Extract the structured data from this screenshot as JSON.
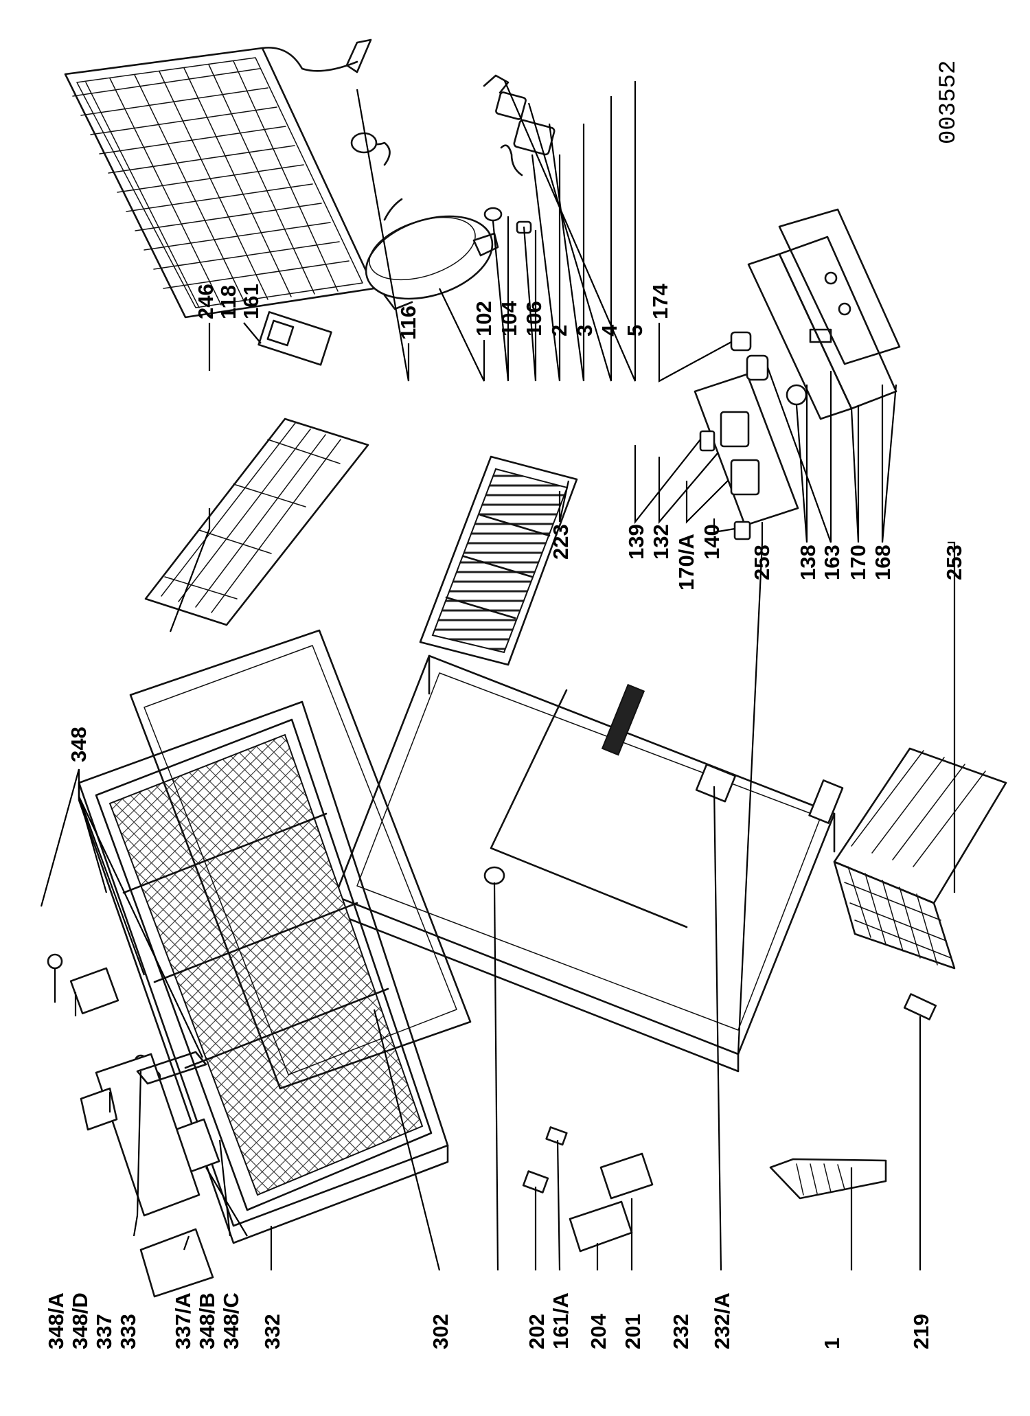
{
  "diagram": {
    "drawing_code": "003552",
    "callouts": [
      {
        "id": "c246",
        "text": "246"
      },
      {
        "id": "c118",
        "text": "118"
      },
      {
        "id": "c161",
        "text": "161"
      },
      {
        "id": "c116",
        "text": "116"
      },
      {
        "id": "c102",
        "text": "102"
      },
      {
        "id": "c104",
        "text": "104"
      },
      {
        "id": "c106",
        "text": "106"
      },
      {
        "id": "c2",
        "text": "2"
      },
      {
        "id": "c3",
        "text": "3"
      },
      {
        "id": "c4",
        "text": "4"
      },
      {
        "id": "c5",
        "text": "5"
      },
      {
        "id": "c174",
        "text": "174"
      },
      {
        "id": "c223",
        "text": "223"
      },
      {
        "id": "c139",
        "text": "139"
      },
      {
        "id": "c132",
        "text": "132"
      },
      {
        "id": "c170A",
        "text": "170/A"
      },
      {
        "id": "c140",
        "text": "140"
      },
      {
        "id": "c258",
        "text": "258"
      },
      {
        "id": "c138",
        "text": "138"
      },
      {
        "id": "c163",
        "text": "163"
      },
      {
        "id": "c170",
        "text": "170"
      },
      {
        "id": "c168",
        "text": "168"
      },
      {
        "id": "c253",
        "text": "253"
      },
      {
        "id": "c348",
        "text": "348"
      },
      {
        "id": "c348A",
        "text": "348/A"
      },
      {
        "id": "c348D",
        "text": "348/D"
      },
      {
        "id": "c337",
        "text": "337"
      },
      {
        "id": "c333",
        "text": "333"
      },
      {
        "id": "c337A",
        "text": "337/A"
      },
      {
        "id": "c348B",
        "text": "348/B"
      },
      {
        "id": "c348C",
        "text": "348/C"
      },
      {
        "id": "c332",
        "text": "332"
      },
      {
        "id": "c302",
        "text": "302"
      },
      {
        "id": "c202",
        "text": "202"
      },
      {
        "id": "c161A",
        "text": "161/A"
      },
      {
        "id": "c204",
        "text": "204"
      },
      {
        "id": "c201",
        "text": "201"
      },
      {
        "id": "c232",
        "text": "232"
      },
      {
        "id": "c232A",
        "text": "232/A"
      },
      {
        "id": "c1",
        "text": "1"
      },
      {
        "id": "c219",
        "text": "219"
      }
    ]
  }
}
